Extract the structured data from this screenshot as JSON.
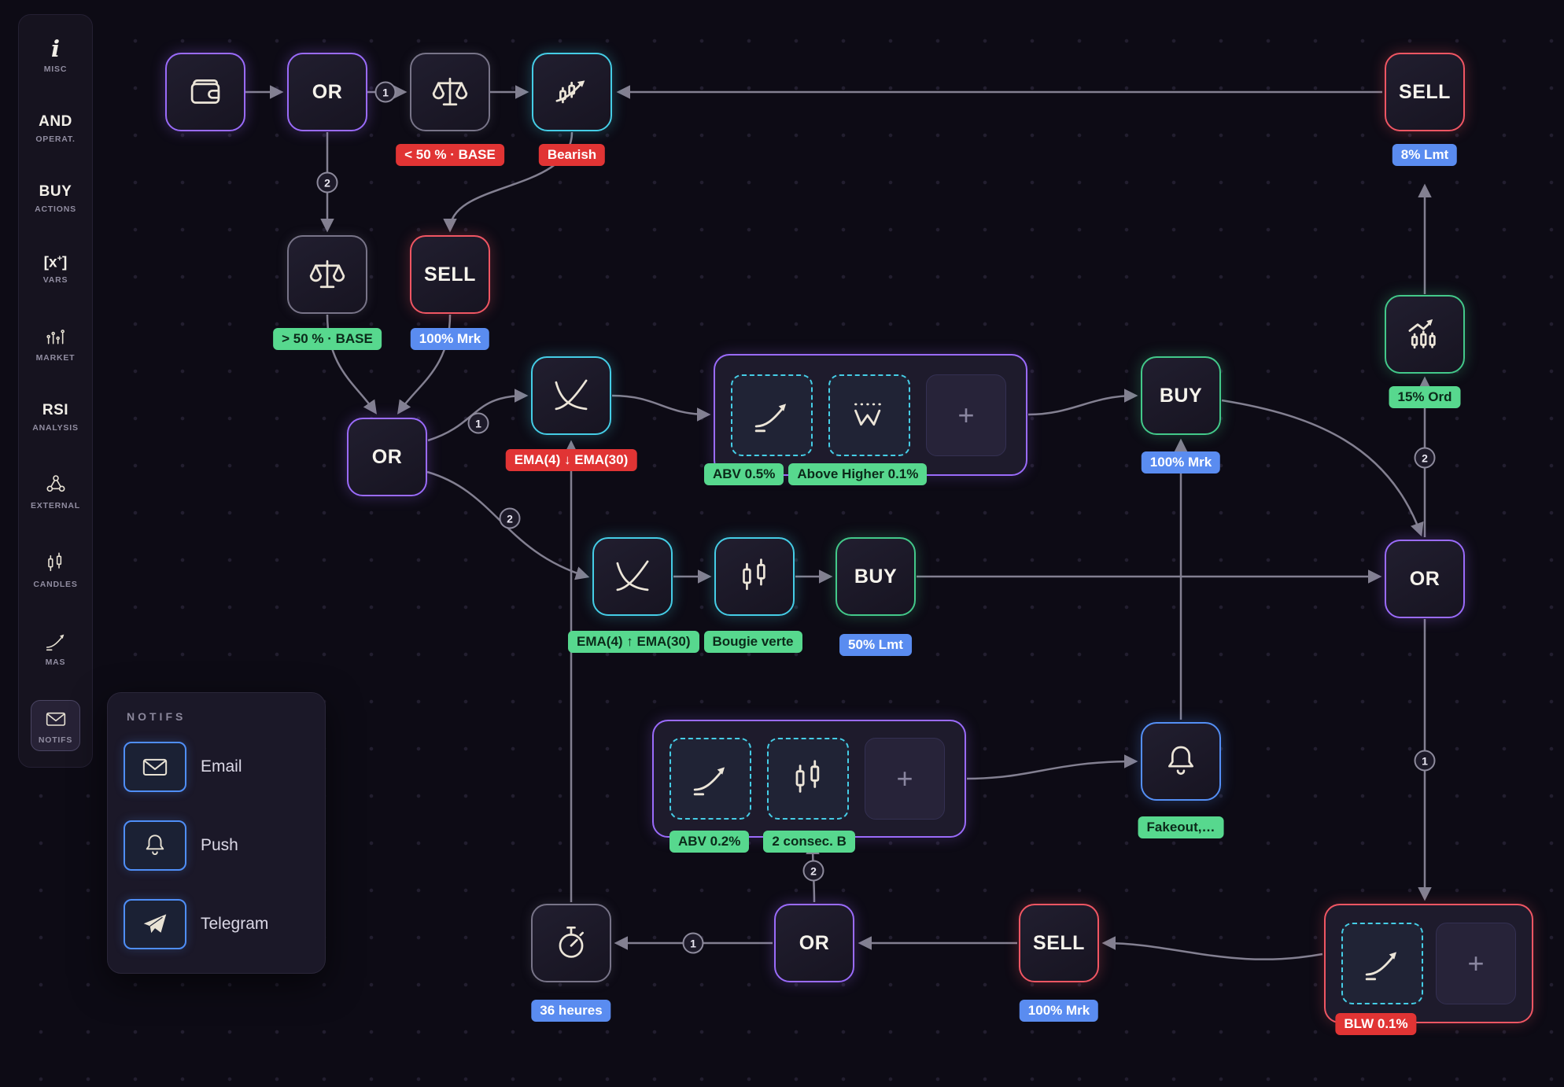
{
  "colors": {
    "purple": "#9a6bfa",
    "cyan": "#45cde6",
    "red": "#f05663",
    "green": "#43c98a",
    "blue": "#548ff5",
    "gray": "#787488",
    "pill_red": "#e13434",
    "pill_green": "#57d88e",
    "pill_blue": "#5a8cf0",
    "edge": "#8d8a9c",
    "background": "#0d0b15"
  },
  "sidebar": {
    "items": [
      {
        "label": "MISC",
        "icon": "info-icon"
      },
      {
        "text": "AND",
        "label": "OPERAT."
      },
      {
        "text": "BUY",
        "label": "ACTIONS"
      },
      {
        "label": "VARS",
        "icon": "vars-icon"
      },
      {
        "label": "MARKET",
        "icon": "market-icon"
      },
      {
        "text": "RSI",
        "label": "ANALYSIS"
      },
      {
        "label": "EXTERNAL",
        "icon": "external-icon"
      },
      {
        "label": "CANDLES",
        "icon": "candles-icon"
      },
      {
        "label": "MAS",
        "icon": "mas-icon"
      },
      {
        "label": "NOTIFS",
        "icon": "envelope-icon",
        "selected": true
      }
    ]
  },
  "notifs_panel": {
    "title": "NOTIFS",
    "items": [
      {
        "label": "Email",
        "icon": "envelope-icon"
      },
      {
        "label": "Push",
        "icon": "bell-icon"
      },
      {
        "label": "Telegram",
        "icon": "telegram-icon"
      }
    ]
  },
  "nodes": {
    "or1": {
      "label": "OR"
    },
    "or2": {
      "label": "OR"
    },
    "or_right": {
      "label": "OR"
    },
    "or_bottom": {
      "label": "OR"
    },
    "sell_top": {
      "label": "SELL",
      "pill": "8% Lmt"
    },
    "sell_mid": {
      "label": "SELL",
      "pill": "100% Mrk"
    },
    "sell_bottom": {
      "label": "SELL",
      "pill": "100% Mrk"
    },
    "buy_main": {
      "label": "BUY",
      "pill": "100% Mrk"
    },
    "buy_second": {
      "label": "BUY",
      "pill": "50% Lmt"
    },
    "scale_lt50": {
      "pill": "< 50 % · BASE"
    },
    "scale_gt50": {
      "pill": "> 50 % · BASE"
    },
    "bearish": {
      "pill": "Bearish"
    },
    "ema_down": {
      "pill": "EMA(4) ↓ EMA(30)"
    },
    "ema_up": {
      "pill": "EMA(4) ↑ EMA(30)"
    },
    "bougie": {
      "pill": "Bougie verte"
    },
    "chart_order": {
      "pill": "15% Ord"
    },
    "bell": {
      "pill": "Fakeout,…"
    },
    "timer": {
      "pill": "36 heures"
    },
    "group1": {
      "pills": [
        "ABV 0.5%",
        "Above Higher 0.1%"
      ],
      "plus": "+"
    },
    "group2": {
      "pills": [
        "ABV 0.2%",
        "2 consec. B"
      ],
      "plus": "+"
    },
    "group3": {
      "pill": "BLW 0.1%",
      "plus": "+"
    }
  },
  "badges": {
    "or1_1": "1",
    "or1_2": "2",
    "or2_1": "1",
    "or2_2": "2",
    "or_right_1": "1",
    "or_right_2": "2",
    "or_bottom_1": "1",
    "or_bottom_2": "2"
  }
}
